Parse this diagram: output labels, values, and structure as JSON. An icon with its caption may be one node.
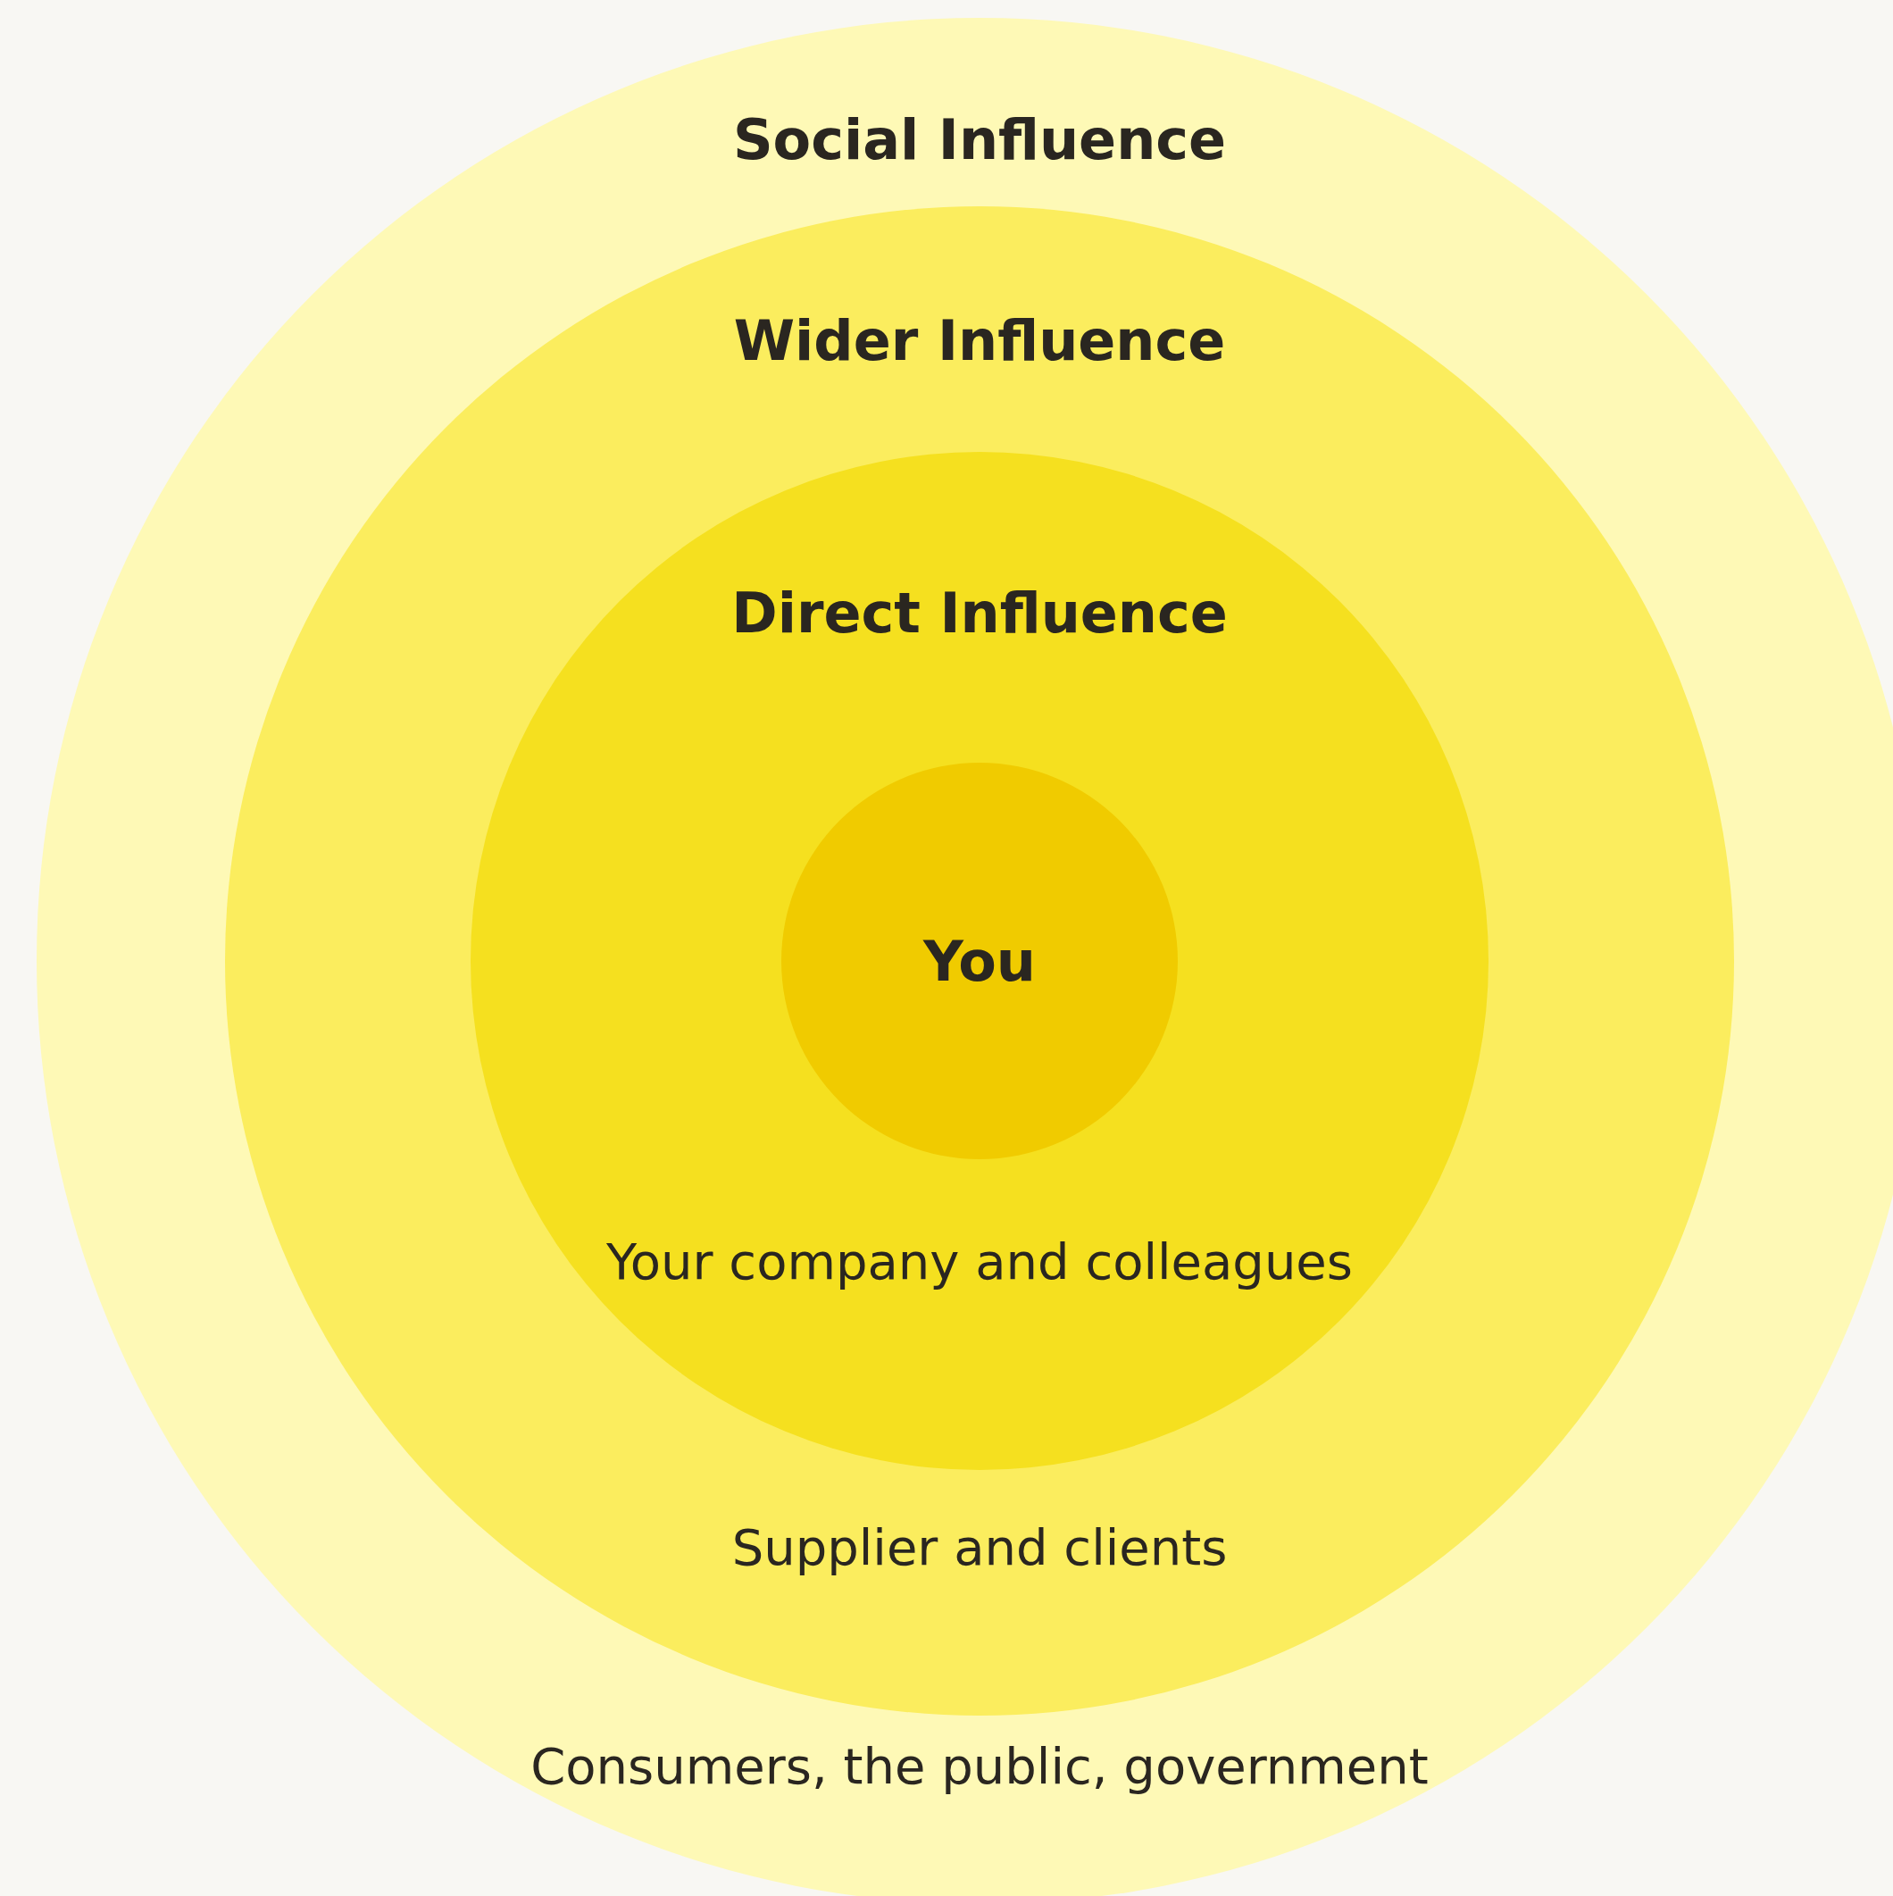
{
  "diagram": {
    "nodes": [
      {
        "text": [
          "Social Influence",
          "Consumers, the public, government"
        ]
      },
      {
        "text": [
          "Wider Influence",
          "Supplier and clients"
        ],
        "in": 0
      },
      {
        "text": [
          "Direct Influence",
          "Your company and colleagues"
        ],
        "in": 1
      },
      {
        "text": [
          "You"
        ],
        "in": 2
      }
    ]
  }
}
